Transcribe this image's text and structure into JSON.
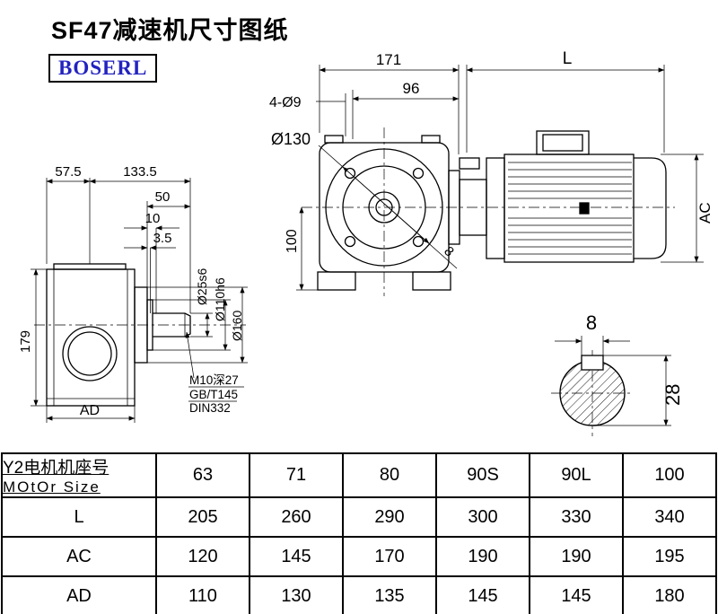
{
  "page": {
    "title": "SF47减速机尺寸图纸",
    "brand": "BOSERL"
  },
  "drawing": {
    "front_view": {
      "dim_width": "171",
      "dim_flange": "96",
      "dim_holes": "4-Ø9",
      "dim_bolt_circle": "Ø130",
      "dim_height": "100",
      "dim_key": "8"
    },
    "motor_view": {
      "dim_length": "L",
      "dim_ac": "AC"
    },
    "side_view": {
      "dim_57_5": "57.5",
      "dim_133_5": "133.5",
      "dim_50": "50",
      "dim_10": "10",
      "dim_3_5": "3.5",
      "dim_179": "179",
      "dim_ad": "AD",
      "dim_shaft": "Ø25s6",
      "dim_spigot": "Ø110h6",
      "dim_flange_od": "Ø160",
      "note_tap": "M10深27",
      "note_gb": "GB/T145",
      "note_din": "DIN332"
    },
    "shaft_section": {
      "dim_key_width": "8",
      "dim_key_height": "28"
    }
  },
  "table": {
    "motor_size_label_cn": "Y2电机机座号",
    "motor_size_label_en": "MOtOr Size",
    "sizes": [
      "63",
      "71",
      "80",
      "90S",
      "90L",
      "100"
    ],
    "rows": [
      {
        "label": "L",
        "values": [
          "205",
          "260",
          "290",
          "300",
          "330",
          "340"
        ]
      },
      {
        "label": "AC",
        "values": [
          "120",
          "145",
          "170",
          "190",
          "190",
          "195"
        ]
      },
      {
        "label": "AD",
        "values": [
          "110",
          "130",
          "135",
          "145",
          "145",
          "180"
        ]
      }
    ]
  }
}
